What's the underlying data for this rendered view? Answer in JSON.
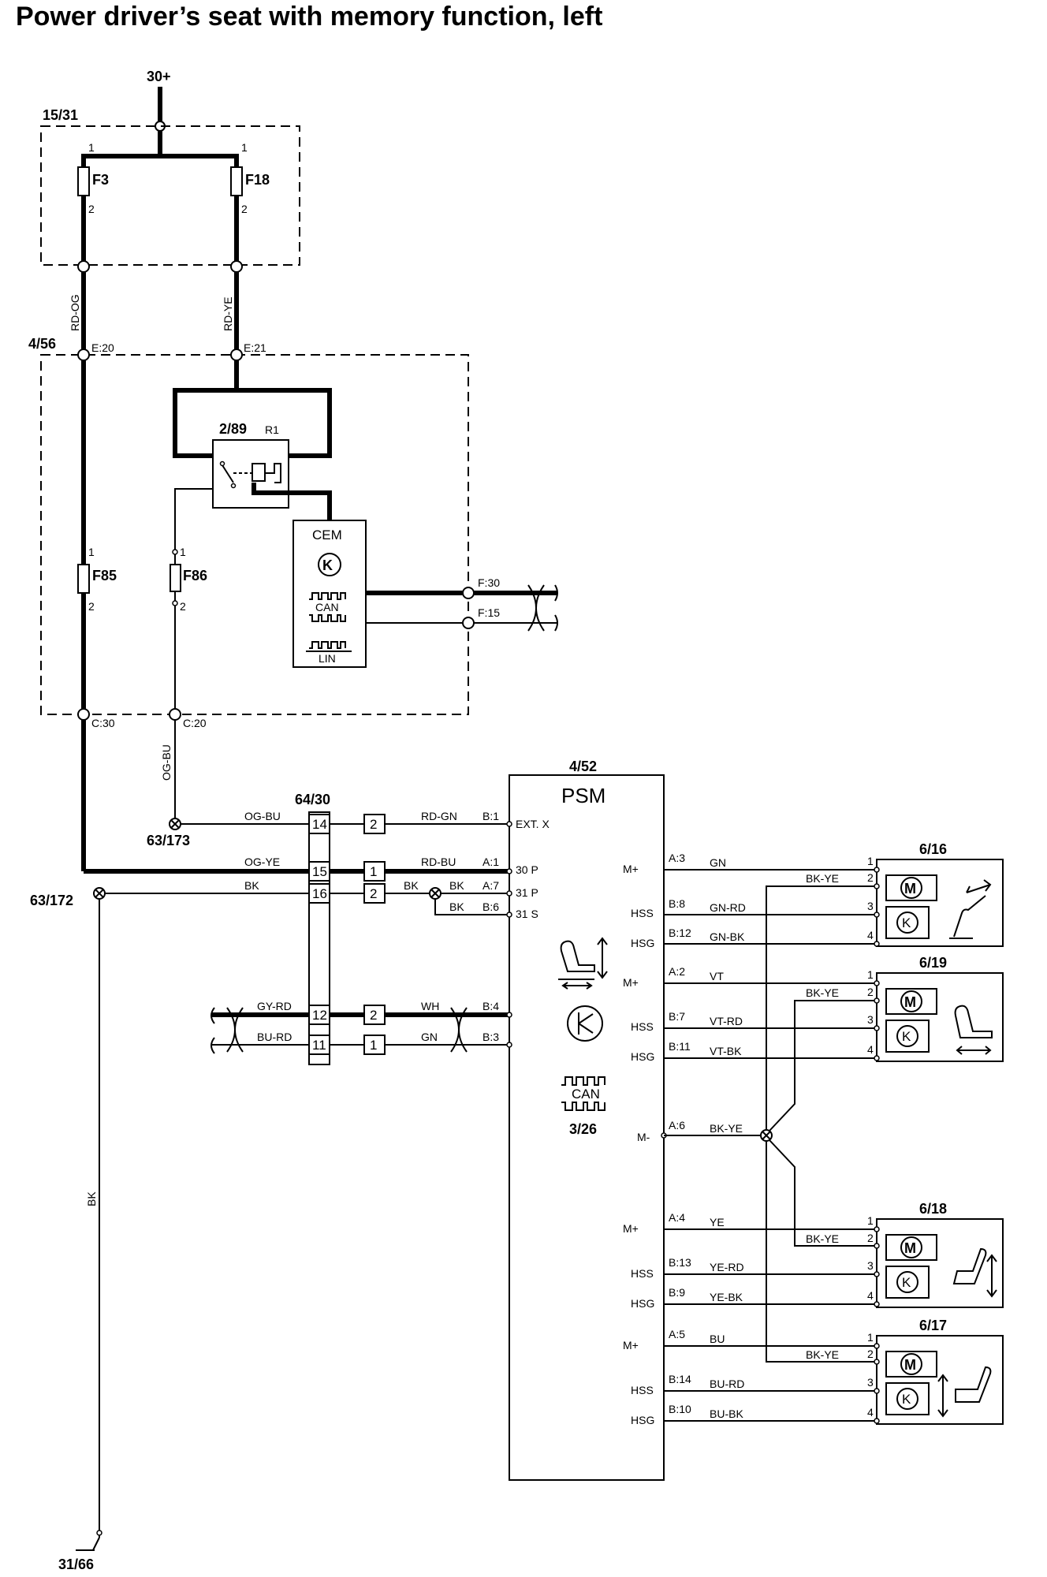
{
  "title": "Power driver’s seat with memory function, left",
  "supply": {
    "label": "30+",
    "box_15_31": "15/31",
    "box_4_56": "4/56"
  },
  "fuses": {
    "f3": {
      "label": "F3",
      "pin1": "1",
      "pin2": "2"
    },
    "f18": {
      "label": "F18",
      "pin1": "1",
      "pin2": "2"
    },
    "f85": {
      "label": "F85",
      "pin1": "1",
      "pin2": "2"
    },
    "f86": {
      "label": "F86",
      "pin1": "1",
      "pin2": "2"
    }
  },
  "wires": {
    "rd_og": "RD-OG",
    "rd_ye": "RD-YE",
    "og_bu": "OG-BU",
    "og_bu2": "OG-BU",
    "og_ye": "OG-YE",
    "bk": "BK",
    "bk_vertical": "BK",
    "rd_gn": "RD-GN",
    "rd_bu": "RD-BU",
    "bk_a7_left": "BK",
    "bk_a7": "BK",
    "bk_b6": "BK",
    "gy_rd": "GY-RD",
    "bu_rd": "BU-RD",
    "wh": "WH",
    "gn_b3": "GN"
  },
  "cem_terminals": {
    "e20": "E:20",
    "e21": "E:21",
    "c30": "C:30",
    "c20": "C:20",
    "f30": "F:30",
    "f15": "F:15"
  },
  "relay": {
    "label": "2/89",
    "r1": "R1"
  },
  "cem": {
    "label": "CEM",
    "can": "CAN",
    "lin": "LIN"
  },
  "grounds": {
    "g173": "63/173",
    "g172": "63/172",
    "g3166": "31/66"
  },
  "connector": {
    "label": "64/30",
    "pins": [
      "14",
      "15",
      "16",
      "12",
      "11"
    ],
    "mates": [
      "2",
      "1",
      "2",
      "2",
      "1"
    ]
  },
  "psm": {
    "ref": "4/52",
    "label": "PSM",
    "can": "CAN",
    "ref2": "3/26",
    "pins_left": [
      {
        "term": "B:1",
        "name": "EXT. X"
      },
      {
        "term": "A:1",
        "name": "30 P"
      },
      {
        "term": "A:7",
        "name": "31 P"
      },
      {
        "term": "B:6",
        "name": "31 S"
      },
      {
        "term": "B:4",
        "name": ""
      },
      {
        "term": "B:3",
        "name": ""
      }
    ],
    "m_minus": {
      "pin": "A:6",
      "wire": "BK-YE",
      "name": "M-"
    }
  },
  "motors": [
    {
      "ref": "6/16",
      "mplus_pin": "A:3",
      "mplus_wire": "GN",
      "hss_pin": "B:8",
      "hss_wire": "GN-RD",
      "hsg_pin": "B:12",
      "hsg_wire": "GN-BK",
      "bk_ye": "BK-YE",
      "pins": [
        "1",
        "2",
        "3",
        "4"
      ],
      "labels": [
        "M+",
        "HSS",
        "HSG"
      ]
    },
    {
      "ref": "6/19",
      "mplus_pin": "A:2",
      "mplus_wire": "VT",
      "hss_pin": "B:7",
      "hss_wire": "VT-RD",
      "hsg_pin": "B:11",
      "hsg_wire": "VT-BK",
      "bk_ye": "BK-YE",
      "pins": [
        "1",
        "2",
        "3",
        "4"
      ],
      "labels": [
        "M+",
        "HSS",
        "HSG"
      ]
    },
    {
      "ref": "6/18",
      "mplus_pin": "A:4",
      "mplus_wire": "YE",
      "hss_pin": "B:13",
      "hss_wire": "YE-RD",
      "hsg_pin": "B:9",
      "hsg_wire": "YE-BK",
      "bk_ye": "BK-YE",
      "pins": [
        "1",
        "2",
        "3",
        "4"
      ],
      "labels": [
        "M+",
        "HSS",
        "HSG"
      ]
    },
    {
      "ref": "6/17",
      "mplus_pin": "A:5",
      "mplus_wire": "BU",
      "hss_pin": "B:14",
      "hss_wire": "BU-RD",
      "hsg_pin": "B:10",
      "hsg_wire": "BU-BK",
      "bk_ye": "BK-YE",
      "pins": [
        "1",
        "2",
        "3",
        "4"
      ],
      "labels": [
        "M+",
        "HSS",
        "HSG"
      ]
    }
  ],
  "symbols": {
    "motor": "M",
    "sensor": "K"
  }
}
